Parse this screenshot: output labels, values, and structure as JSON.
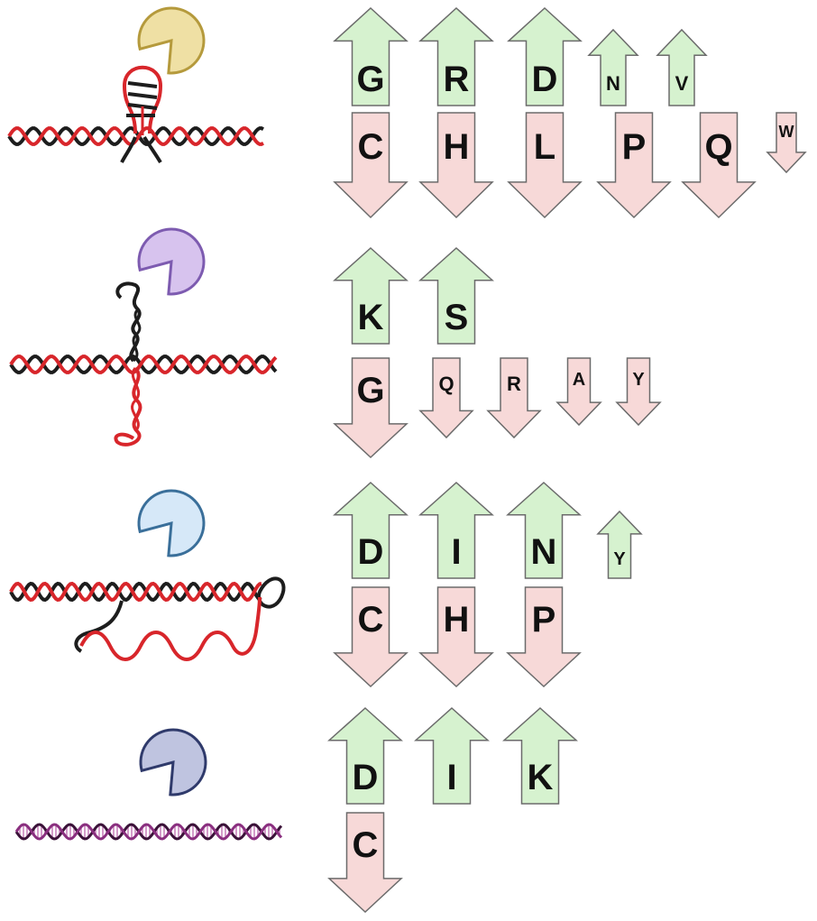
{
  "colors": {
    "up_fill": "#d6f2cf",
    "down_fill": "#f7d9d8",
    "arrow_stroke": "#6b6b6b",
    "strand_red": "#d8262b",
    "strand_black": "#1d1d1d",
    "strand_purple": "#8a2f7f"
  },
  "panels": [
    {
      "id": "hairpin",
      "enzyme_color": "#efe0a4",
      "enzyme_stroke": "#b59a3c",
      "enriched": [
        "G",
        "R",
        "D",
        "N",
        "V"
      ],
      "depleted": [
        "C",
        "H",
        "L",
        "P",
        "Q",
        "W"
      ]
    },
    {
      "id": "cruciform",
      "enzyme_color": "#d7c3ee",
      "enzyme_stroke": "#7d5bb0",
      "enriched": [
        "K",
        "S"
      ],
      "depleted": [
        "G",
        "Q",
        "R",
        "A",
        "Y"
      ]
    },
    {
      "id": "d-loop",
      "enzyme_color": "#d6e8f8",
      "enzyme_stroke": "#3a6f9a",
      "enriched": [
        "D",
        "I",
        "N",
        "Y"
      ],
      "depleted": [
        "C",
        "H",
        "P"
      ]
    },
    {
      "id": "b-dna",
      "enzyme_color": "#bfc4e0",
      "enzyme_stroke": "#2f3a6b",
      "enriched": [
        "D",
        "I",
        "K"
      ],
      "depleted": [
        "C"
      ]
    }
  ]
}
